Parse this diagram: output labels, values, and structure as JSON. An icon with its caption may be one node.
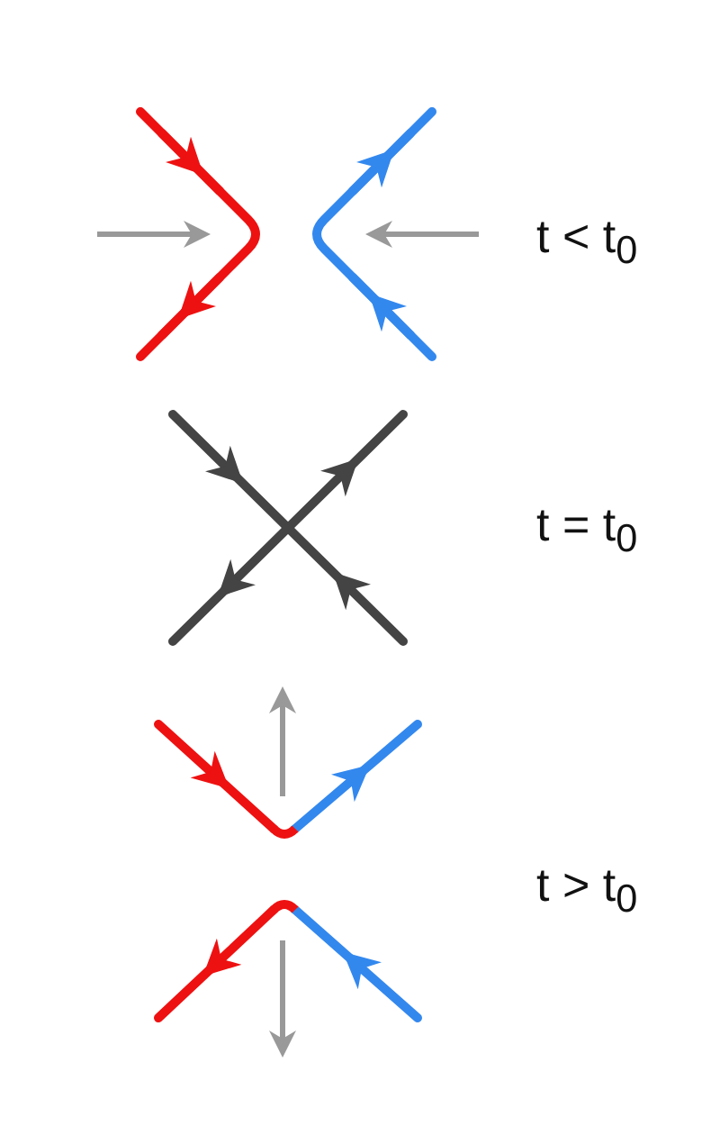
{
  "diagram": {
    "labels": [
      "t < t$_{0}$",
      "t = t$_{0}$",
      "t > t$_{0}$"
    ]
  }
}
